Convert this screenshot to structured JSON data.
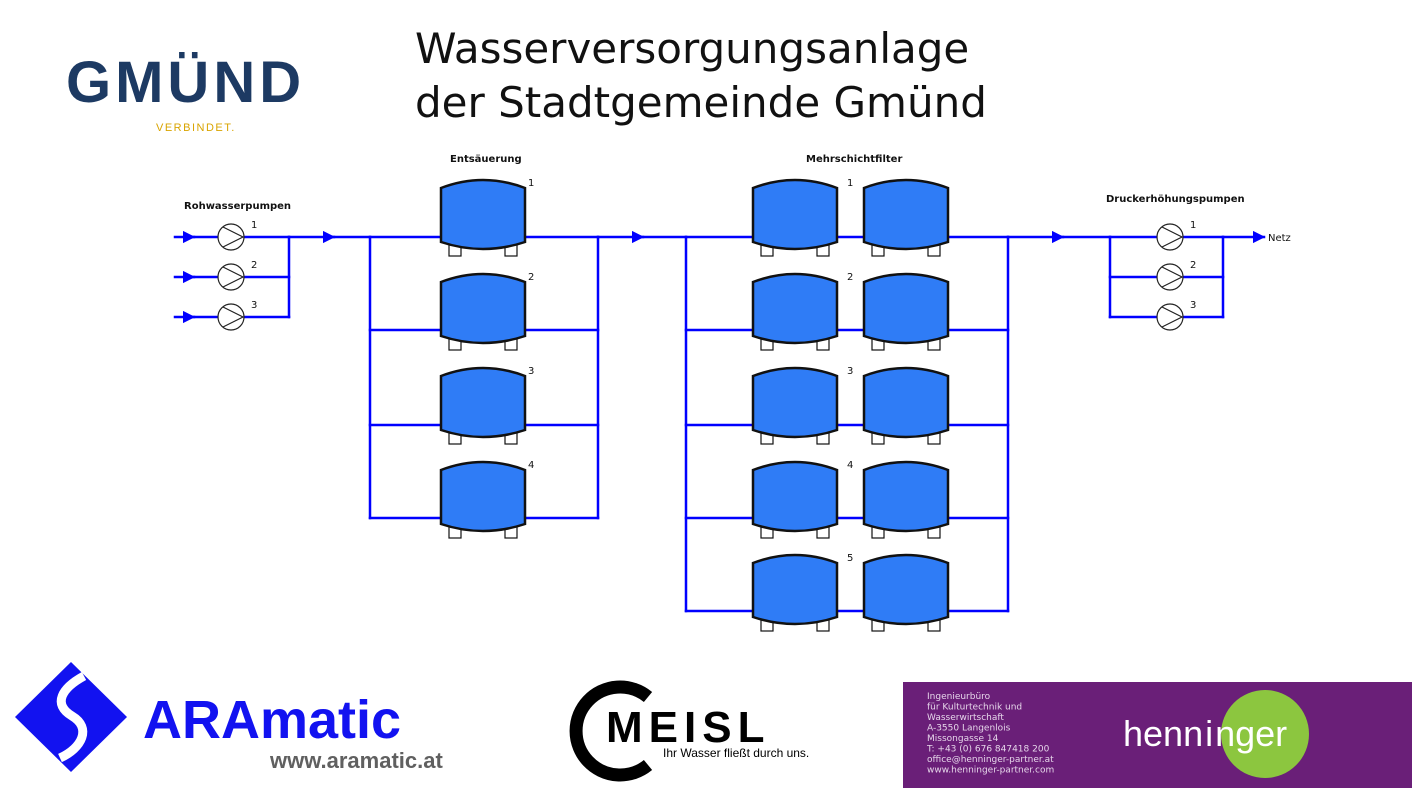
{
  "title": {
    "line1": "Wasserversorgungsanlage",
    "line2": "der Stadtgemeinde Gmünd"
  },
  "logo_gmund": {
    "word": "GMÜND",
    "tagline": "VERBINDET.",
    "colors": {
      "text": "#1d3a63",
      "accent": "#f2b705"
    }
  },
  "sections": {
    "raw_pumps": {
      "label": "Rohwasserpumpen",
      "numbers": [
        "1",
        "2",
        "3"
      ]
    },
    "deacid": {
      "label": "Entsäuerung",
      "numbers": [
        "1",
        "2",
        "3",
        "4"
      ]
    },
    "multifilter": {
      "label": "Mehrschichtfilter",
      "numbers": [
        "1",
        "2",
        "3",
        "4",
        "5"
      ]
    },
    "booster": {
      "label": "Druckerhöhungspumpen",
      "numbers": [
        "1",
        "2",
        "3"
      ]
    },
    "outlet": {
      "label": "Netz"
    }
  },
  "colors": {
    "pipe": "#0000ff",
    "tank": "#2f7cf6",
    "tank_stroke": "#111111"
  },
  "logos": {
    "aramatic": {
      "name": "ARAmatic",
      "url": "www.aramatic.at",
      "color": "#1212f0",
      "url_color": "#606060"
    },
    "meisl": {
      "name": "MEISL",
      "slogan": "Ihr Wasser fließt durch uns."
    },
    "henninger": {
      "lines": [
        "Ingenieurbüro",
        "für Kulturtechnik und",
        "Wasserwirtschaft",
        "A-3550 Langenlois",
        "Missongasse 14",
        "T: +43 (0) 676 847418 200",
        "office@henninger-partner.at",
        "www.henninger-partner.com"
      ],
      "brand_left": "henn",
      "brand_i": "i",
      "brand_right": "nger",
      "bg": "#6a1f78",
      "circle": "#8cc63f"
    }
  }
}
